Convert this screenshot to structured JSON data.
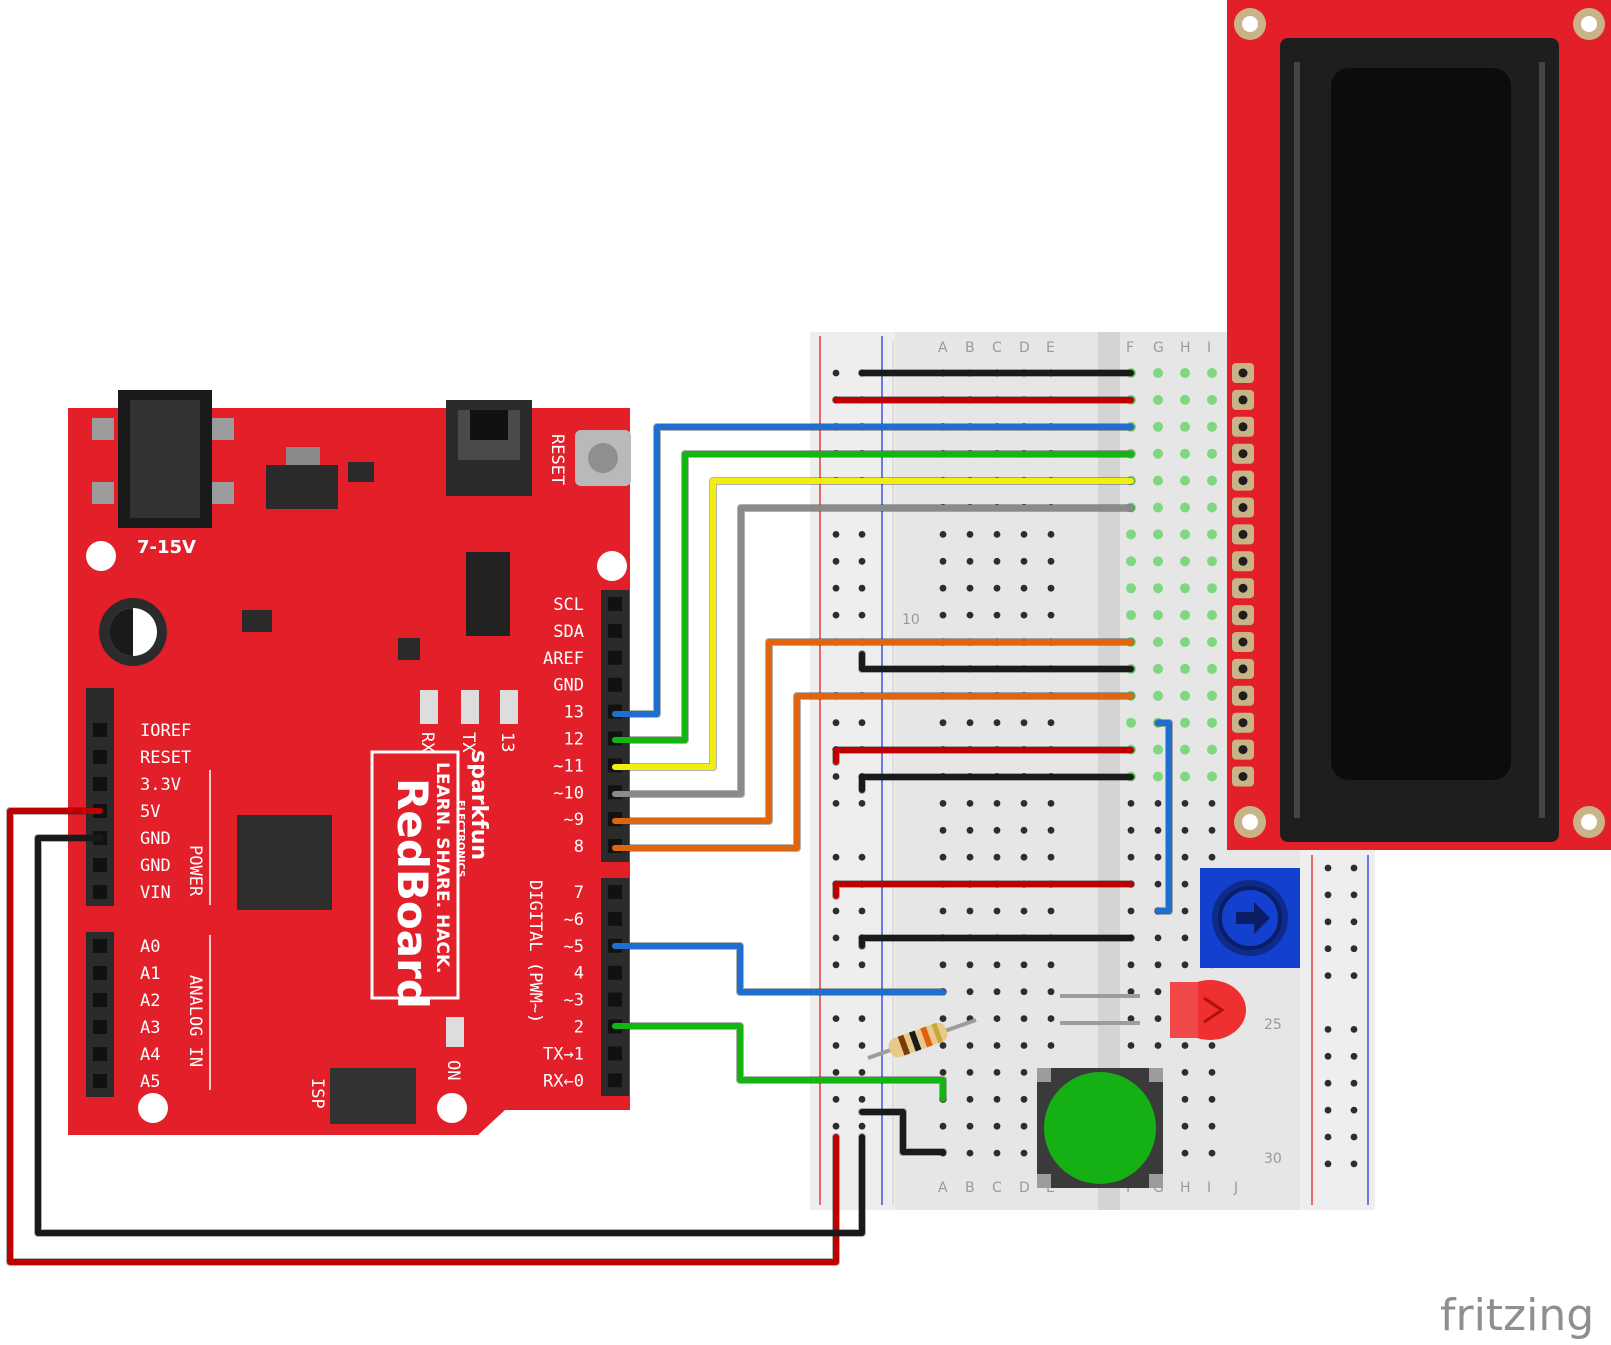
{
  "brand": "fritzing",
  "board": {
    "name": "RedBoard",
    "maker": "sparkfun",
    "maker_sub": "ELECTRONICS",
    "tagline": "LEARN. SHARE. HACK.",
    "power_jack": "7-15V",
    "reset": "RESET",
    "led_labels": [
      "RX",
      "TX",
      "13"
    ],
    "on_label": "ON",
    "isp_label": "ISP",
    "power_label": "POWER",
    "analog_label": "ANALOG IN",
    "digital_label": "DIGITAL (PWM~)",
    "left_power_pins": [
      "IOREF",
      "RESET",
      "3.3V",
      "5V",
      "GND",
      "GND",
      "VIN"
    ],
    "analog_pins": [
      "A0",
      "A1",
      "A2",
      "A3",
      "A4",
      "A5"
    ],
    "top_right_pins": [
      "SCL",
      "SDA",
      "AREF",
      "GND",
      "13",
      "12",
      "~11",
      "~10",
      "~9",
      "8"
    ],
    "bottom_right_pins": [
      "7",
      "~6",
      "~5",
      "4",
      "~3",
      "2",
      "TX→1",
      "RX←0"
    ]
  },
  "breadboard": {
    "columns_top": [
      "A",
      "B",
      "C",
      "D",
      "E",
      "F",
      "G",
      "H",
      "I"
    ],
    "columns_bottom": [
      "A",
      "B",
      "C",
      "D",
      "E",
      "F",
      "G",
      "H",
      "I",
      "J"
    ],
    "row_marks": [
      "10",
      "25",
      "30"
    ]
  },
  "colors": {
    "board_red": "#e3202a",
    "lcd_red": "#e3202a",
    "breadboard": "#e6e6e6",
    "wire_black": "#1a1a1a",
    "wire_red": "#c00000",
    "wire_blue": "#1e6fd0",
    "wire_green": "#13b513",
    "wire_yellow": "#f2ee12",
    "wire_gray": "#8a8a8a",
    "wire_orange": "#e0650f",
    "button_green": "#14b014",
    "pot_blue": "#1440d0"
  }
}
